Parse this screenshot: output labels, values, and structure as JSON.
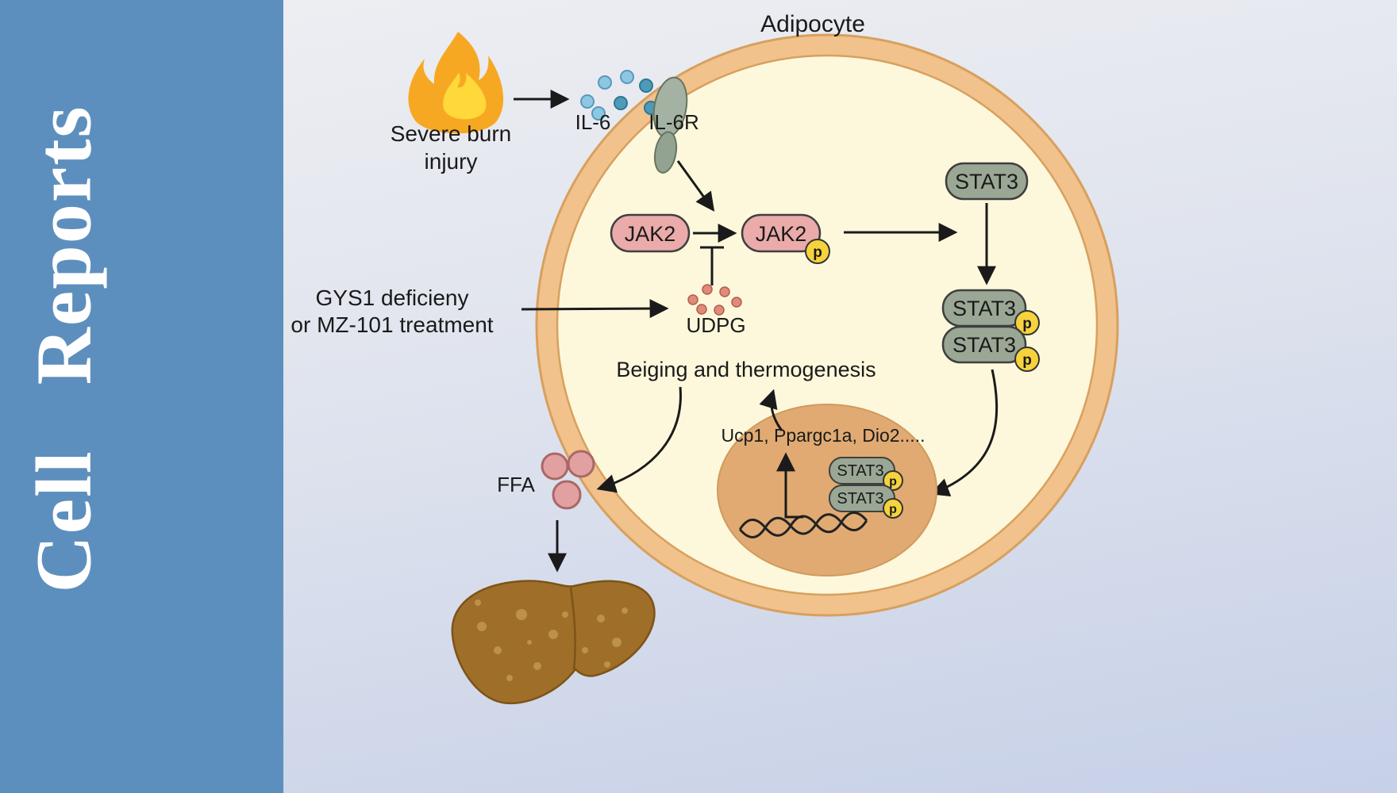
{
  "journal": {
    "title": "Cell Reports"
  },
  "figure": {
    "cell_label": "Adipocyte",
    "trigger": {
      "line1": "Severe burn",
      "line2": "injury"
    },
    "intervention": {
      "line1": "GYS1 deficieny",
      "line2": "or MZ-101 treatment"
    },
    "nodes": {
      "il6": "IL-6",
      "il6r": "IL-6R",
      "jak2": "JAK2",
      "stat3": "STAT3",
      "phospho": "p",
      "udpg": "UDPG",
      "ffa": "FFA"
    },
    "outcome_label": "Beiging and thermogenesis",
    "target_genes": "Ucp1, Ppargc1a, Dio2.....",
    "colors": {
      "sidebar_blue": "#5d8fbe",
      "cell_ring": "#f1c28b",
      "cell_ring_edge": "#d8a05e",
      "cell_fill": "#fdf8dc",
      "kinase_pill": "#eaabaa",
      "stat_pill": "#9aa795",
      "phospho_yellow": "#f6d23d",
      "nucleus": "#e0aa72",
      "il6_dot_light": "#8ec7e2",
      "il6_dot_dark": "#4f9ab8",
      "udpg_dot": "#e08a7a",
      "ffa_dot": "#e2a1a0",
      "liver_brown": "#9f6e28",
      "flame_orange": "#f7a823",
      "flame_yellow": "#ffd83a"
    }
  }
}
